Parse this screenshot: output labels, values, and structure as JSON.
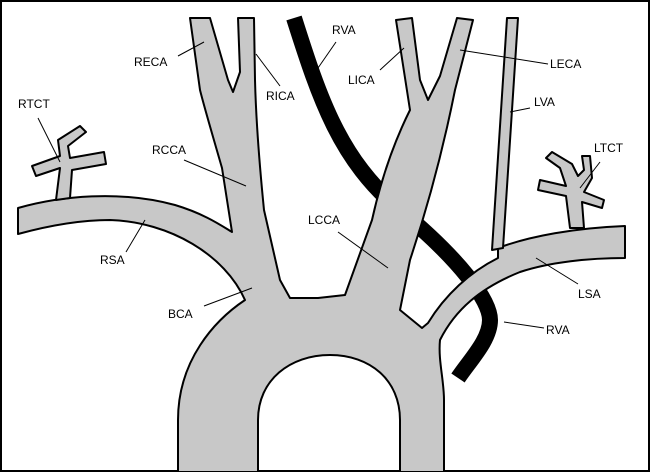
{
  "labels": {
    "reca": "RECA",
    "rica": "RICA",
    "rva_top": "RVA",
    "lica": "LICA",
    "leca": "LECA",
    "lva": "LVA",
    "rtct": "RTCT",
    "rcca": "RCCA",
    "ltct": "LTCT",
    "lcca": "LCCA",
    "rsa": "RSA",
    "lsa": "LSA",
    "bca": "BCA",
    "rva_bottom": "RVA"
  },
  "colors": {
    "vessel_fill": "#c8c8c8",
    "vertebral": "#000000",
    "outline": "#000000",
    "background": "#ffffff"
  }
}
